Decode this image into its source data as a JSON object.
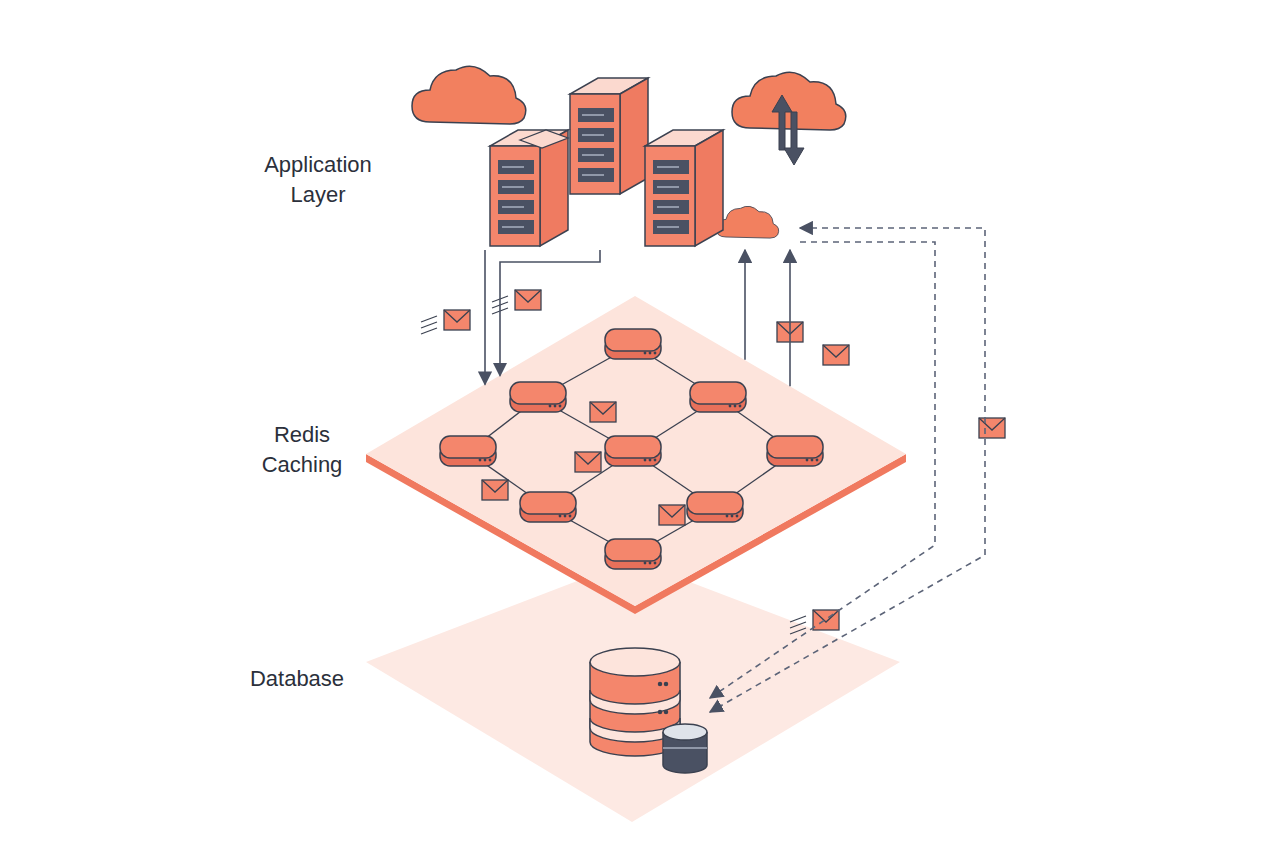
{
  "diagram": {
    "nodes": [
      {
        "text": [
          "Application Layer"
        ]
      },
      {
        "text": [
          "Redis Caching"
        ]
      },
      {
        "text": [
          "Database"
        ]
      }
    ],
    "edges": [
      {
        "from": 0,
        "to": 1,
        "arrow": "to"
      },
      {
        "from": 0,
        "to": 1,
        "arrow": "to"
      },
      {
        "from": 1,
        "to": 0,
        "arrow": "to"
      },
      {
        "from": 1,
        "to": 0,
        "arrow": "to"
      },
      {
        "from": 0,
        "to": 2,
        "arrow": "both"
      },
      {
        "from": 0,
        "to": 2,
        "arrow": "to"
      }
    ]
  }
}
